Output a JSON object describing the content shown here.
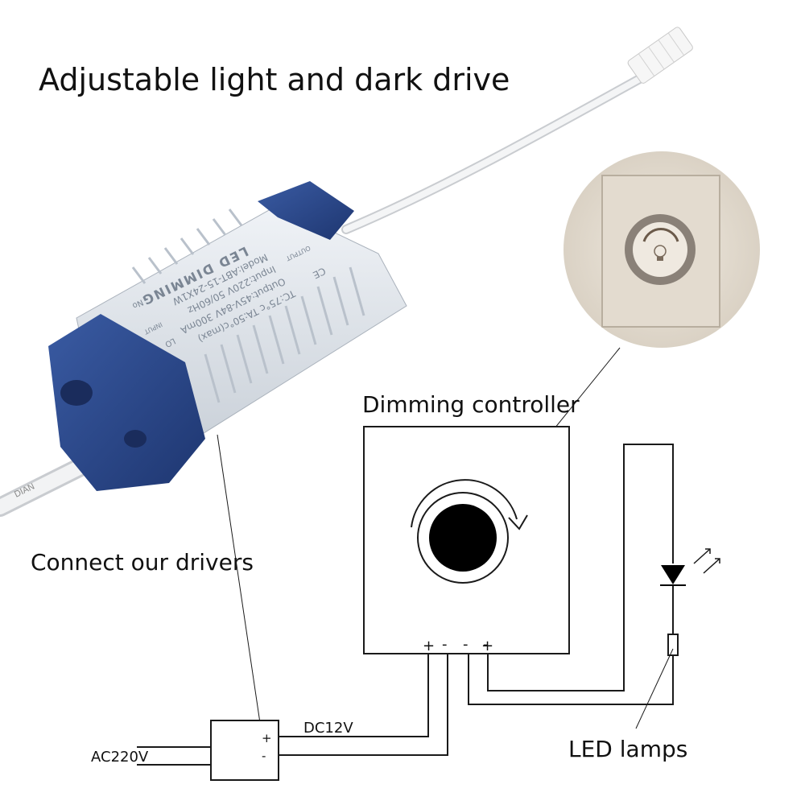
{
  "title": "Adjustable light and dark drive",
  "labels": {
    "dimming_controller": "Dimming controller",
    "connect_drivers": "Connect our drivers",
    "led_lamps": "LED lamps",
    "ac_input": "AC220V",
    "dc_output": "DC12V",
    "driver_plus": "+",
    "driver_minus": "-"
  },
  "controller_terminals": [
    "+",
    "-",
    "-",
    "-",
    "+"
  ],
  "driver_label": {
    "brand": "LED DIMMING",
    "model": "Model:ABT-15-24X1W",
    "input": "Input:220V 50/60Hz",
    "output": "Output:45V-84V 300mA",
    "temps": "TC:75°c    TA:50°c(max)",
    "input_tag": "INPUT",
    "output_tag": "OUTPUT",
    "no_mark": "No",
    "lo_mark": "LO",
    "ce_mark": "CE",
    "cable_print": "DIAN"
  },
  "colors": {
    "driver_blue": "#2b4a8c",
    "driver_body": "#dde3ea",
    "wall": "#e8e0d4",
    "line": "#1a1a1a"
  }
}
